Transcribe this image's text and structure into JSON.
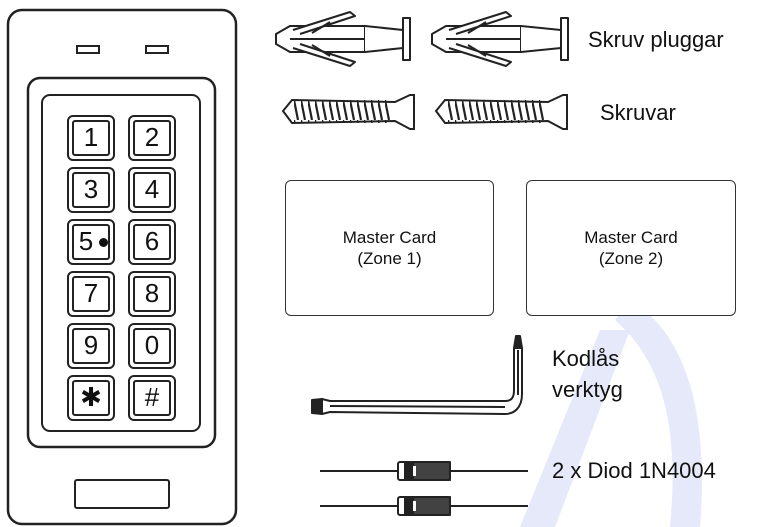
{
  "keypad": {
    "keys": [
      "1",
      "2",
      "3",
      "4",
      "5",
      "6",
      "7",
      "8",
      "9",
      "0",
      "✱",
      "#"
    ]
  },
  "labels": {
    "plugs": "Skruv pluggar",
    "screws": "Skruvar",
    "tool_line1": "Kodlås",
    "tool_line2": "verktyg",
    "diodes": "2 x Diod 1N4004"
  },
  "cards": [
    {
      "line1": "Master Card",
      "line2": "(Zone 1)"
    },
    {
      "line1": "Master Card",
      "line2": "(Zone 2)"
    }
  ],
  "colors": {
    "line": "#222222",
    "watermark": "#c9d1f2"
  }
}
